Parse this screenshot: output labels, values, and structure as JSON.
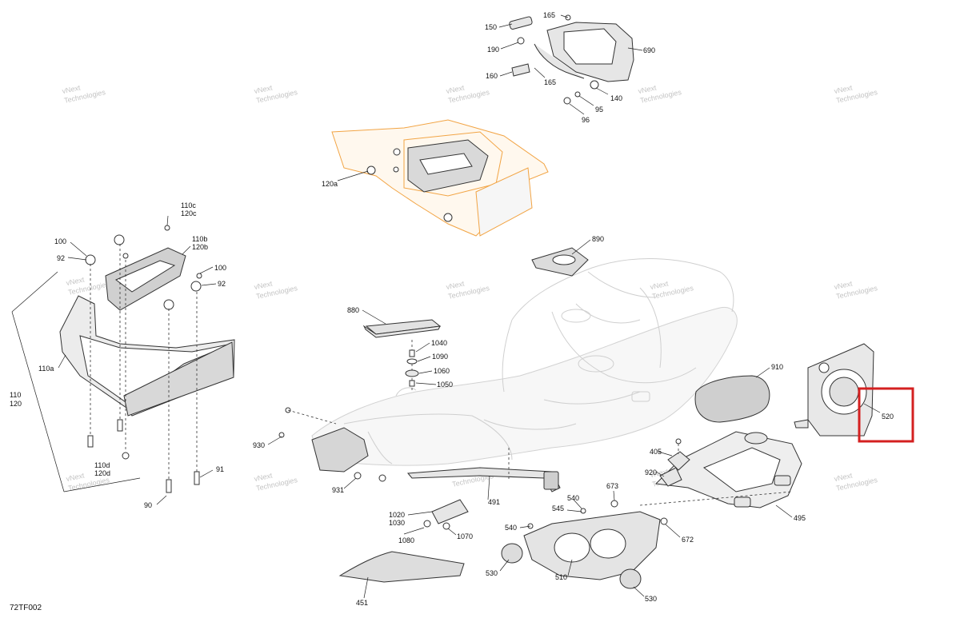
{
  "diagram": {
    "code": "72TF002",
    "watermark_line1": "vNext",
    "watermark_line2": "Technologies",
    "highlight_color": "#d42020",
    "highlight_label": "520",
    "callouts": {
      "c165a": "165",
      "c150": "150",
      "c190": "190",
      "c690": "690",
      "c160": "160",
      "c165b": "165",
      "c140": "140",
      "c95": "95",
      "c96": "96",
      "c120a": "120a",
      "c110c": "110c",
      "c120c": "120c",
      "c100a": "100",
      "c110b": "110b",
      "c120b": "120b",
      "c92a": "92",
      "c100b": "100",
      "c92b": "92",
      "c110a": "110a",
      "c110": "110",
      "c120": "120",
      "c110d": "110d",
      "c120d": "120d",
      "c91": "91",
      "c90": "90",
      "c890": "890",
      "c880": "880",
      "c1040": "1040",
      "c1090": "1090",
      "c1060": "1060",
      "c1050": "1050",
      "c910": "910",
      "c930": "930",
      "c931": "931",
      "c491": "491",
      "c1020": "1020",
      "c1030": "1030",
      "c1080": "1080",
      "c1070": "1070",
      "c451": "451",
      "c540a": "540",
      "c545": "545",
      "c540b": "540",
      "c673": "673",
      "c672": "672",
      "c405": "405",
      "c920": "920",
      "c495": "495",
      "c530a": "530",
      "c510": "510",
      "c530b": "530"
    }
  }
}
